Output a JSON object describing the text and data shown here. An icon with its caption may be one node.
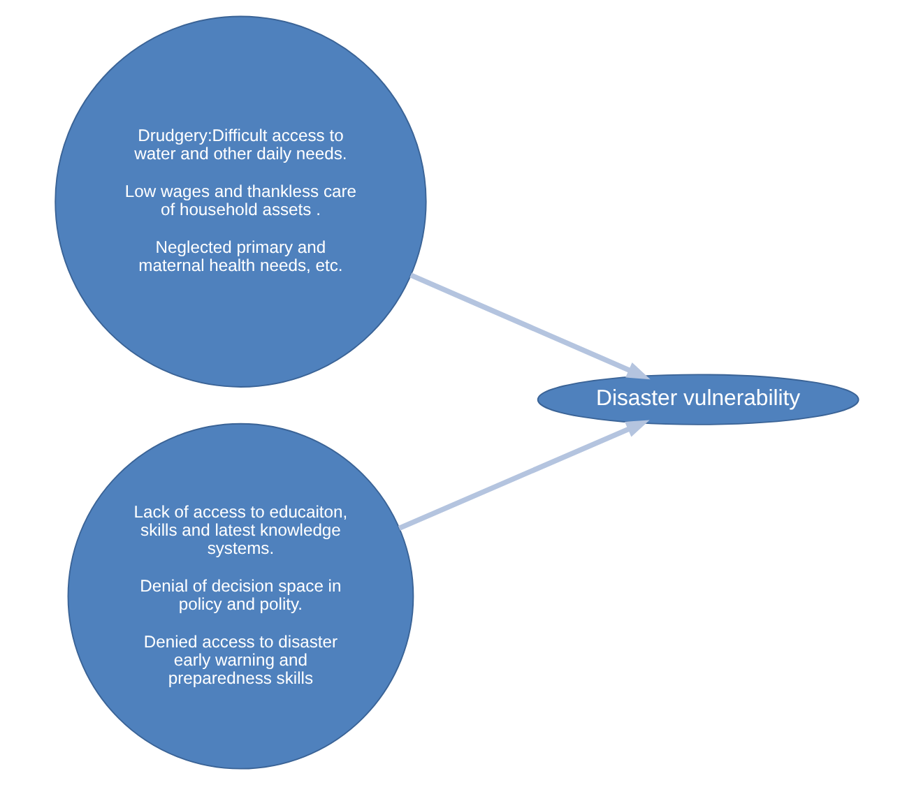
{
  "diagram": {
    "nodes": [
      {
        "text": [
          "Drudgery:Difficult access to water and other daily needs.",
          "Low wages and thankless care of household assets .",
          "Neglected primary and maternal health needs, etc."
        ]
      },
      {
        "text": [
          "Lack of access to educaiton, skills and latest knowledge systems.",
          "Denial of decision space in policy and polity.",
          "Denied access to disaster early warning and preparedness skills"
        ]
      },
      {
        "text": [
          "Disaster vulnerability"
        ]
      }
    ],
    "edges": [
      {
        "from": 0,
        "to": 2,
        "arrow": "to"
      },
      {
        "from": 1,
        "to": 2,
        "arrow": "to"
      }
    ]
  }
}
